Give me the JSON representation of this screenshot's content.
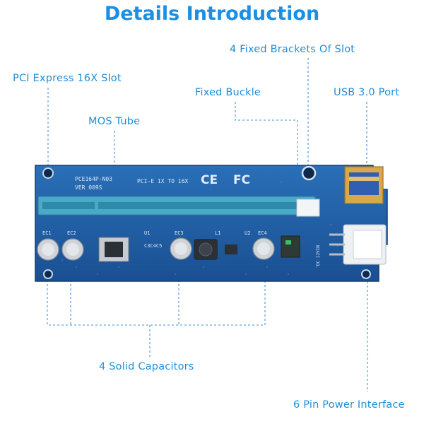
{
  "title": "Details Introduction",
  "callouts": {
    "pci_slot": "PCI Express 16X Slot",
    "brackets": "4 Fixed Brackets Of Slot",
    "buckle": "Fixed Buckle",
    "usb": "USB 3.0 Port",
    "mos": "MOS Tube",
    "capacitors": "4 Solid Capacitors",
    "power": "6 Pin Power Interface"
  },
  "board_silkscreen": {
    "model": "PCE164P-N03",
    "version": "VER 009S",
    "spec": "PCI-E 1X TO 16X",
    "ce": "CE",
    "fc": "FC",
    "cap_prefix": "EC",
    "u1": "U1",
    "u2": "U2",
    "l1": "L1",
    "c3c4c5": "C3C4C5",
    "voltage": "DC 12VIN"
  },
  "colors": {
    "accent": "#1a8fe3",
    "pcb": "#1e5fa8",
    "slot": "#4aa9c8",
    "usb": "#d9a84a"
  }
}
